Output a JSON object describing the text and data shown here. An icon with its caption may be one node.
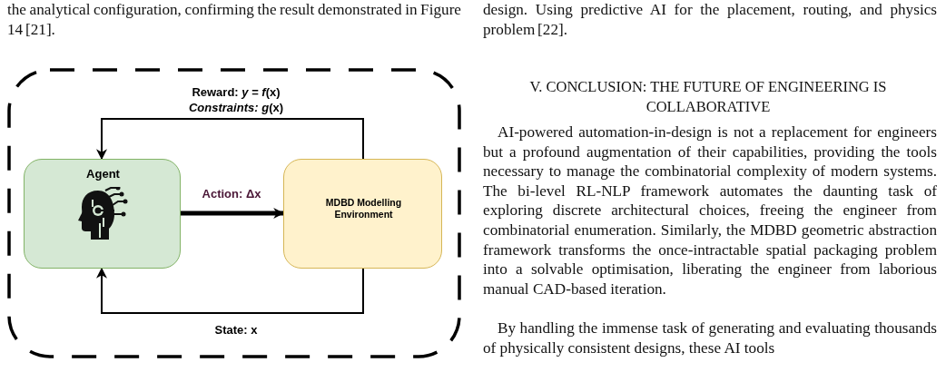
{
  "diagram": {
    "nodes": [
      {
        "text": [],
        "shape": "box"
      },
      {
        "text": [
          "Agent"
        ],
        "in": 0
      },
      {
        "text": [
          "MDBD Modelling Environment"
        ],
        "in": 0
      }
    ],
    "edges": [
      {
        "from": 2,
        "to": 1,
        "arrow": "to",
        "label": "Reward: *y* = *f*(x) *Constraints:* *g*(x)"
      },
      {
        "from": 1,
        "to": 2,
        "arrow": "to",
        "label": "Action: Δx",
        "style": "thick"
      },
      {
        "from": 2,
        "to": 1,
        "arrow": "to",
        "label": "State: x"
      }
    ],
    "labels": [
      "the analytical configuration, confirming the result demonstrated in Figure 14 [21].",
      "design. Using predictive AI for the placement, routing, and physics problem [22].",
      "V. CONCLUSION: THE FUTURE OF ENGINEERING IS COLLABORATIVE",
      "AI-powered automation-in-design is not a replacement for engineers but a profound augmentation of their capabilities, providing the tools necessary to manage the combinatorial complexity of modern systems. The bi-level RL-NLP framework automates the daunting task of exploring discrete architectural choices, freeing the engineer from combinatorial enumeration. Similarly, the MDBD geometric abstraction framework transforms the once-intractable spatial packaging problem into a solvable optimisation, liberating the engineer from laborious manual CAD-based iteration.",
      "By handling the immense task of generating and evaluating thousands of physically consistent designs, these AI tools"
    ]
  }
}
